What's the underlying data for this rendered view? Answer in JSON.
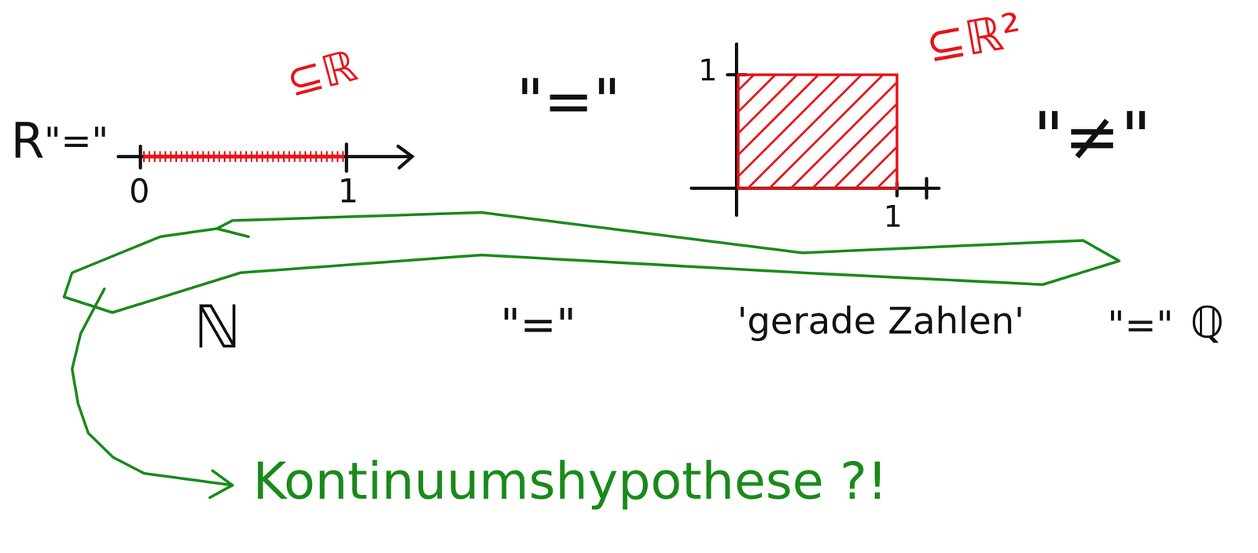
{
  "diagram": {
    "labels": [
      "R",
      "\"=\"",
      "⊆ℝ",
      "0",
      "1",
      "\"=\"",
      "1",
      "1",
      "⊆ℝ²",
      "\"≠\"",
      "ℕ",
      "\"=\"",
      "'gerade Zahlen'",
      "\"=\"",
      "ℚ",
      "Kontinuumshypothese ?!"
    ]
  }
}
